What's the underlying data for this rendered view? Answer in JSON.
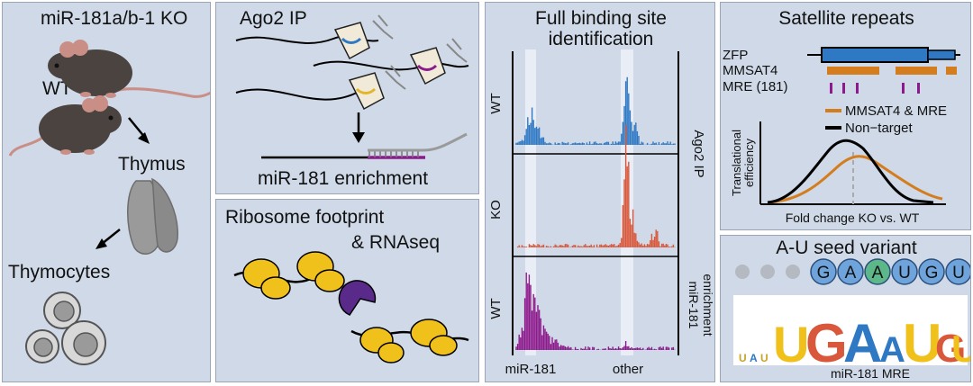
{
  "panel_ko": {
    "title": "miR-181a/b-1 KO",
    "wt_label": "WT",
    "thymus_label": "Thymus",
    "thymocytes_label": "Thymocytes"
  },
  "panel_ago2": {
    "title": "Ago2 IP",
    "caption": "miR-181 enrichment"
  },
  "panel_ribo": {
    "title_line1": "Ribosome footprint",
    "title_line2": "& RNAseq"
  },
  "panel_binding": {
    "title_line1": "Full binding site",
    "title_line2": "identification",
    "track_labels": [
      "WT",
      "KO",
      "WT"
    ],
    "right_label_ago2": "Ago2 IP",
    "right_label_enrich_line1": "miR-181",
    "right_label_enrich_line2": "enrichment",
    "x_label_left": "miR-181",
    "x_label_right": "other",
    "colors": {
      "wt": "#2f78c4",
      "ko": "#d9573a",
      "enrich": "#8c1a8c"
    }
  },
  "panel_satellite": {
    "title": "Satellite repeats",
    "track_zfp": "ZFP",
    "track_mmsat4": "MMSAT4",
    "track_mre": "MRE (181)",
    "legend_mre": "MMSAT4 & MRE",
    "legend_nontarget": "Non−target",
    "ylabel_line1": "Translational",
    "ylabel_line2": "efficiency",
    "xlabel": "Fold change KO vs. WT",
    "colors": {
      "zfp": "#2f78c4",
      "mmsat4": "#d37d1f",
      "mre": "#8c1a8c",
      "nontarget": "#000000"
    }
  },
  "panel_seed": {
    "title": "A-U seed variant",
    "seed_letters": [
      "G",
      "A",
      "A",
      "U",
      "G",
      "U"
    ],
    "logo_caption": "miR-181 MRE"
  }
}
